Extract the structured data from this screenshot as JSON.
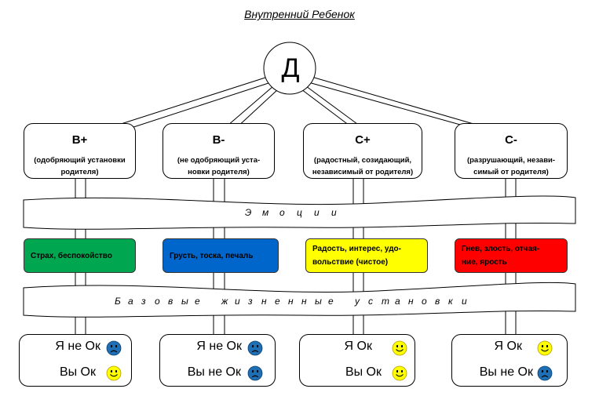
{
  "title": "Внутренний Ребенок",
  "root": "Д",
  "bands": {
    "emotions": [
      "Э",
      "м",
      "о",
      "ц",
      "и",
      "и"
    ],
    "base": [
      "Б",
      "а",
      "з",
      "о",
      "в",
      "ы",
      "е",
      "",
      "ж",
      "и",
      "з",
      "н",
      "е",
      "н",
      "н",
      "ы",
      "е",
      "",
      "у",
      "с",
      "т",
      "а",
      "н",
      "о",
      "в",
      "к",
      "и"
    ]
  },
  "nodes": [
    {
      "heading": "В+",
      "sub": [
        "(одобряющий установки",
        "родителя)"
      ]
    },
    {
      "heading": "В-",
      "sub": [
        "(не одобряющий уста-",
        "новки родителя)"
      ]
    },
    {
      "heading": "С+",
      "sub": [
        "(радостный, созидающий,",
        "независимый от родителя)"
      ]
    },
    {
      "heading": "С-",
      "sub": [
        "(разрушающий, незави-",
        "симый от родителя)"
      ]
    }
  ],
  "emotions": [
    {
      "lines": [
        "Страх, беспокойство"
      ],
      "color": "#00a650"
    },
    {
      "lines": [
        "Грусть, тоска,  печаль"
      ],
      "color": "#0066cc"
    },
    {
      "lines": [
        "Радость, интерес, удо-",
        "вольствие (чистое)"
      ],
      "color": "#ffff00"
    },
    {
      "lines": [
        "Гнев, злость, отчая-",
        "ние, ярость"
      ],
      "color": "#ff0000"
    }
  ],
  "results": [
    {
      "rows": [
        {
          "text": "Я не Ок",
          "mood": "sad"
        },
        {
          "text": "Вы Ок",
          "mood": "happy"
        }
      ]
    },
    {
      "rows": [
        {
          "text": "Я не Ок",
          "mood": "sad"
        },
        {
          "text": "Вы не Ок",
          "mood": "sad"
        }
      ]
    },
    {
      "rows": [
        {
          "text": "Я Ок",
          "mood": "happy"
        },
        {
          "text": "Вы Ок",
          "mood": "happy"
        }
      ]
    },
    {
      "rows": [
        {
          "text": "Я Ок",
          "mood": "happy"
        },
        {
          "text": "Вы не Ок",
          "mood": "sad"
        }
      ]
    }
  ],
  "colors": {
    "sad": "#1f6fb5",
    "happy": "#ffff00"
  }
}
